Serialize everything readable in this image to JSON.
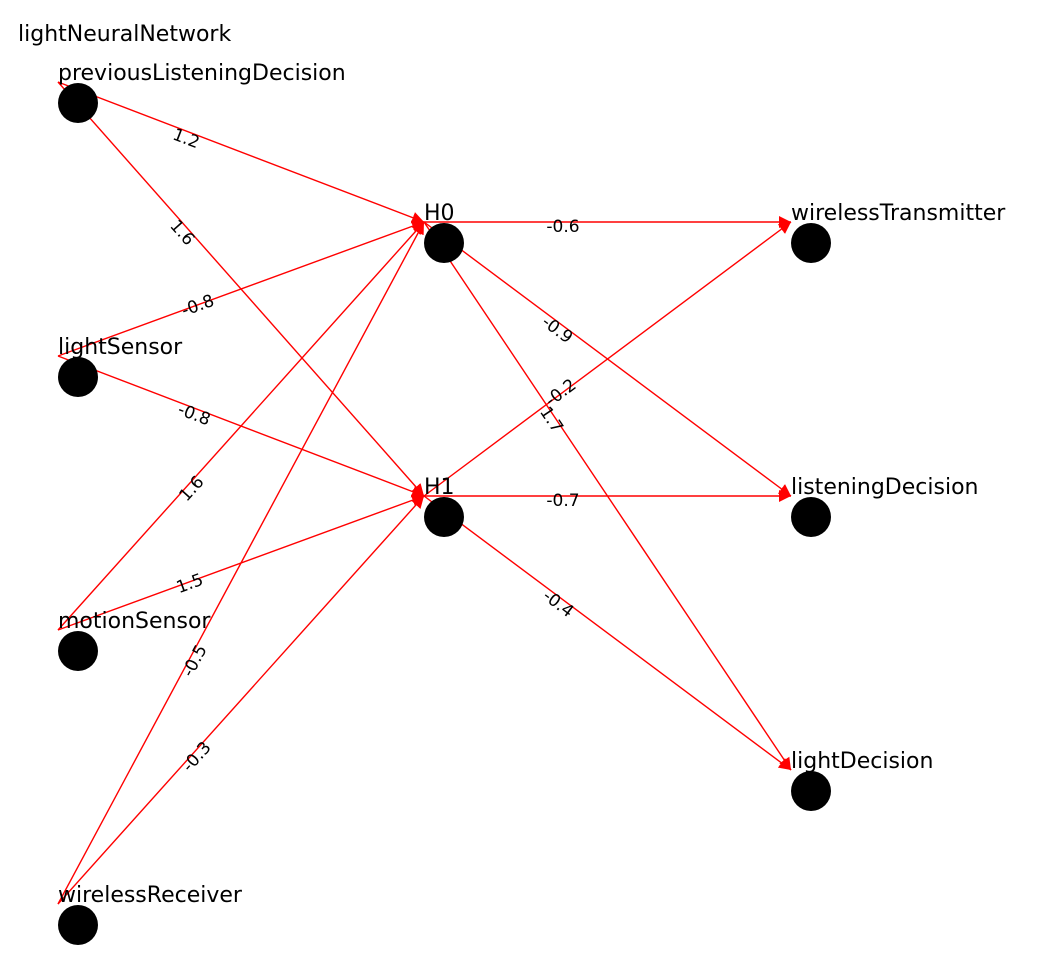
{
  "title": "lightNeuralNetwork",
  "colors": {
    "edge": "#ff0000",
    "node": "#000000",
    "text": "#000000",
    "background": "#ffffff"
  },
  "nodes": [
    {
      "id": "previousListeningDecision",
      "label": "previousListeningDecision",
      "layer": "input"
    },
    {
      "id": "lightSensor",
      "label": "lightSensor",
      "layer": "input"
    },
    {
      "id": "motionSensor",
      "label": "motionSensor",
      "layer": "input"
    },
    {
      "id": "wirelessReceiver",
      "label": "wirelessReceiver",
      "layer": "input"
    },
    {
      "id": "H0",
      "label": "H0",
      "layer": "hidden"
    },
    {
      "id": "H1",
      "label": "H1",
      "layer": "hidden"
    },
    {
      "id": "wirelessTransmitter",
      "label": "wirelessTransmitter",
      "layer": "output"
    },
    {
      "id": "listeningDecision",
      "label": "listeningDecision",
      "layer": "output"
    },
    {
      "id": "lightDecision",
      "label": "lightDecision",
      "layer": "output"
    }
  ],
  "edges": [
    {
      "from": "previousListeningDecision",
      "to": "H0",
      "weight": "1.2"
    },
    {
      "from": "previousListeningDecision",
      "to": "H1",
      "weight": "1.6"
    },
    {
      "from": "lightSensor",
      "to": "H0",
      "weight": "-0.8"
    },
    {
      "from": "lightSensor",
      "to": "H1",
      "weight": "-0.8"
    },
    {
      "from": "motionSensor",
      "to": "H0",
      "weight": "1.6"
    },
    {
      "from": "motionSensor",
      "to": "H1",
      "weight": "1.5"
    },
    {
      "from": "wirelessReceiver",
      "to": "H0",
      "weight": "-0.5"
    },
    {
      "from": "wirelessReceiver",
      "to": "H1",
      "weight": "-0.3"
    },
    {
      "from": "H0",
      "to": "wirelessTransmitter",
      "weight": "-0.6"
    },
    {
      "from": "H0",
      "to": "listeningDecision",
      "weight": "-0.9"
    },
    {
      "from": "H0",
      "to": "lightDecision",
      "weight": "1.7"
    },
    {
      "from": "H1",
      "to": "wirelessTransmitter",
      "weight": "-0.2"
    },
    {
      "from": "H1",
      "to": "listeningDecision",
      "weight": "-0.7"
    },
    {
      "from": "H1",
      "to": "lightDecision",
      "weight": "-0.4"
    }
  ]
}
